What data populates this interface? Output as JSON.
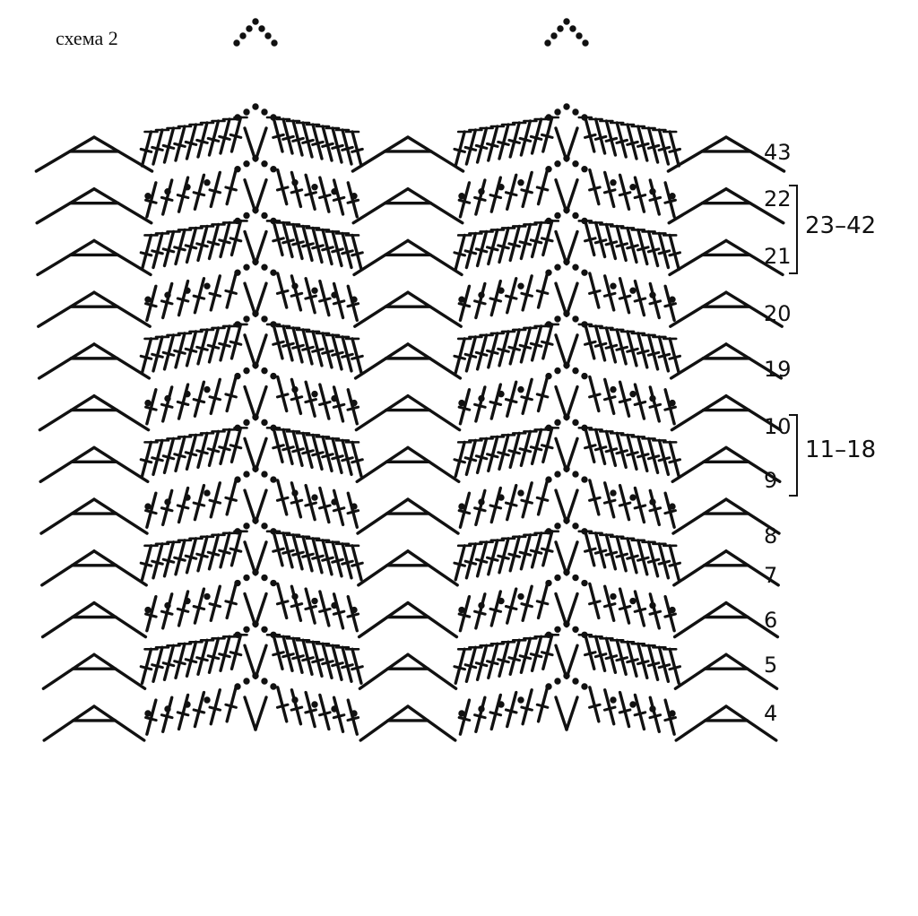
{
  "title": "схема 2",
  "rows": [
    {
      "label": "43",
      "kind": "dc"
    },
    {
      "label": "22",
      "kind": "sc"
    },
    {
      "label": "21",
      "kind": "dc"
    },
    {
      "label": "20",
      "kind": "sc"
    },
    {
      "label": "19",
      "kind": "dc"
    },
    {
      "label": "10",
      "kind": "sc"
    },
    {
      "label": "9",
      "kind": "dc"
    },
    {
      "label": "8",
      "kind": "sc"
    },
    {
      "label": "7",
      "kind": "dc"
    },
    {
      "label": "6",
      "kind": "sc"
    },
    {
      "label": "5",
      "kind": "dc"
    },
    {
      "label": "4",
      "kind": "sc"
    }
  ],
  "repeats": [
    {
      "label": "23–42",
      "from": "22",
      "to": "21"
    },
    {
      "label": "11–18",
      "from": "10",
      "to": "9"
    }
  ],
  "colors": {
    "ink": "#111111",
    "paper": "#ffffff"
  }
}
